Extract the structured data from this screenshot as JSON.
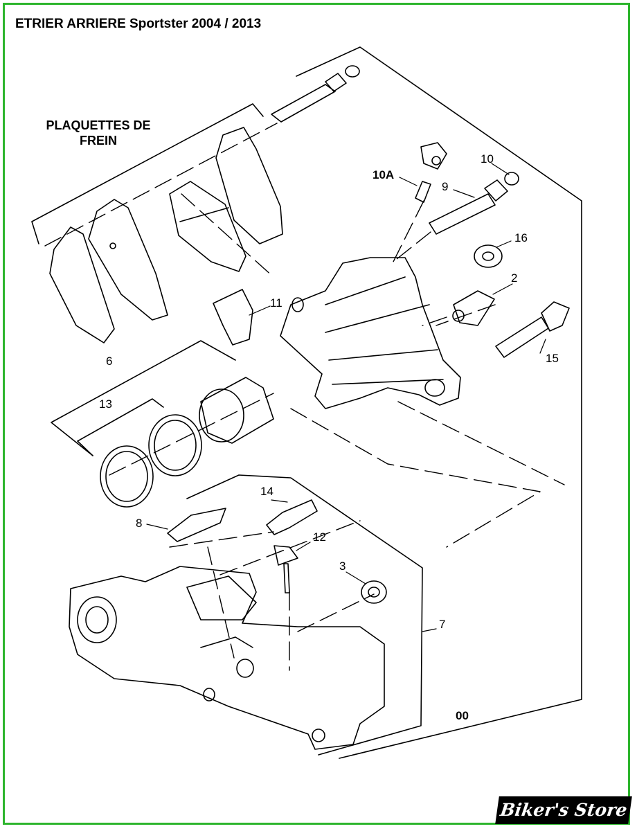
{
  "title": "ETRIER ARRIERE Sportster 2004 / 2013",
  "pads_label": [
    "PLAQUETTES DE",
    "FREIN"
  ],
  "callouts": {
    "c10A": "10A",
    "c9": "9",
    "c10": "10",
    "c16": "16",
    "c2": "2",
    "c11": "11",
    "c15": "15",
    "c6": "6",
    "c13": "13",
    "c14": "14",
    "c8": "8",
    "c12": "12",
    "c3": "3",
    "c7": "7",
    "c00": "00"
  },
  "watermark": "Biker's Store",
  "colors": {
    "frame": "#2db52d",
    "line": "#000000"
  }
}
